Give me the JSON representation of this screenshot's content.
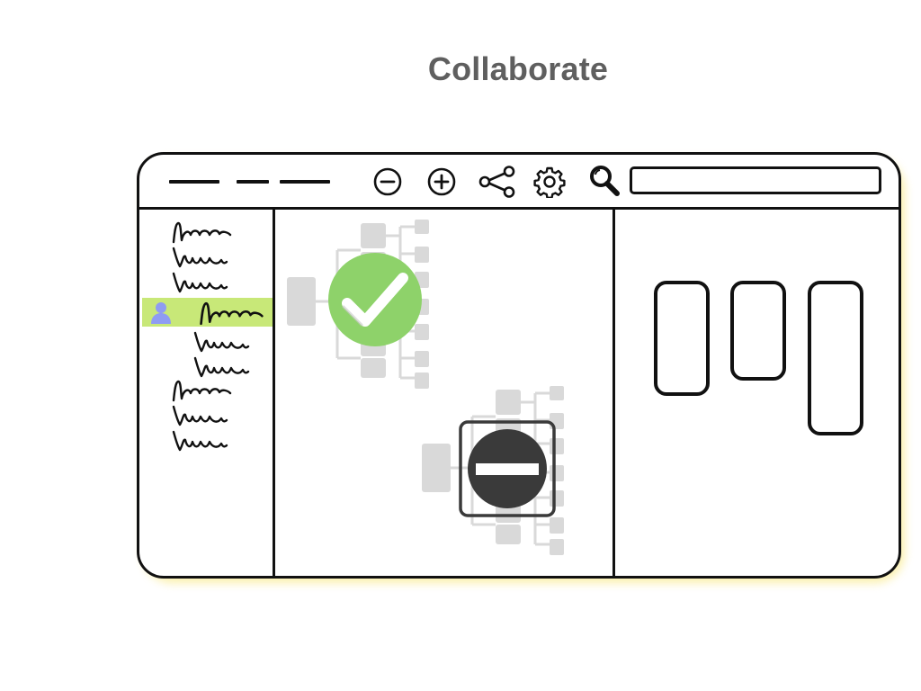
{
  "header": {
    "title": "Collaborate"
  },
  "toolbar": {
    "menu_icon": "dashed-menu-icon",
    "buttons": [
      {
        "name": "zoom-out",
        "icon": "minus-circle-icon"
      },
      {
        "name": "zoom-in",
        "icon": "plus-circle-icon"
      },
      {
        "name": "share",
        "icon": "share-icon"
      },
      {
        "name": "settings",
        "icon": "gear-icon"
      },
      {
        "name": "search",
        "icon": "magnifier-icon"
      }
    ],
    "search_value": ""
  },
  "sidebar": {
    "items": [
      {
        "glyph": "A",
        "level": 0,
        "selected": false,
        "has_avatar": false
      },
      {
        "glyph": "V",
        "level": 0,
        "selected": false,
        "has_avatar": false
      },
      {
        "glyph": "V",
        "level": 0,
        "selected": false,
        "has_avatar": false
      },
      {
        "glyph": "A",
        "level": 1,
        "selected": true,
        "has_avatar": true
      },
      {
        "glyph": "V",
        "level": 1,
        "selected": false,
        "has_avatar": false
      },
      {
        "glyph": "V",
        "level": 1,
        "selected": false,
        "has_avatar": false
      },
      {
        "glyph": "A",
        "level": 0,
        "selected": false,
        "has_avatar": false
      },
      {
        "glyph": "V",
        "level": 0,
        "selected": false,
        "has_avatar": false
      },
      {
        "glyph": "V",
        "level": 0,
        "selected": false,
        "has_avatar": false
      }
    ]
  },
  "canvas": {
    "diagrams": [
      {
        "status": "approved",
        "status_icon": "check-circle-icon",
        "status_color": "#8ed26a"
      },
      {
        "status": "blocked",
        "status_icon": "no-entry-icon",
        "status_color": "#3a3a3a"
      }
    ],
    "diagram_color": "#d9d9d9"
  },
  "detail": {
    "cards": 3
  },
  "colors": {
    "outline": "#111111",
    "title": "#5f5f5f",
    "selection": "#c8e878",
    "avatar": "#8f9cf2",
    "glow": "#f7e46a"
  }
}
